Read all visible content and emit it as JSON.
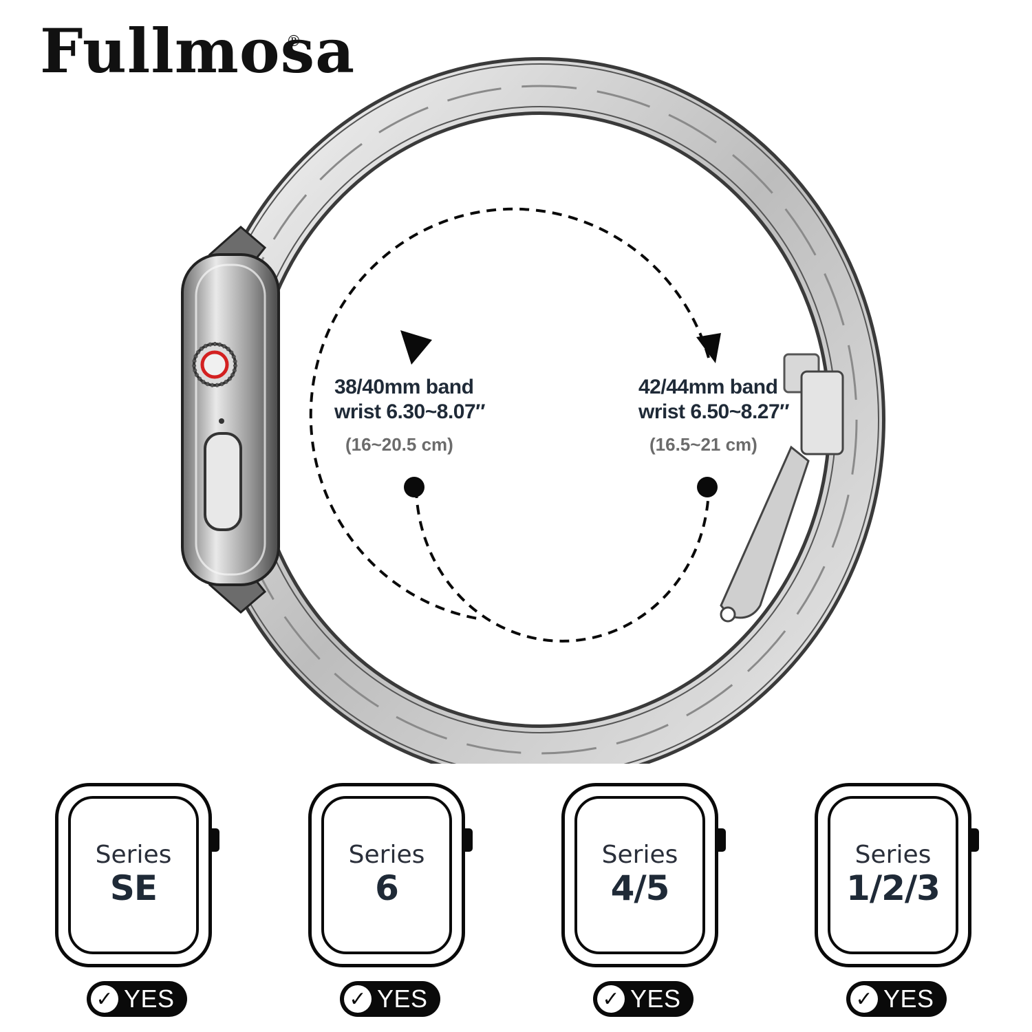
{
  "brand": {
    "name": "Fullmosa",
    "mark": "®"
  },
  "sizes": [
    {
      "band": "38/40mm band",
      "wrist": "wrist 6.30~8.07″",
      "cm": "(16~20.5 cm)"
    },
    {
      "band": "42/44mm band",
      "wrist": "wrist 6.50~8.27″",
      "cm": "(16.5~21 cm)"
    }
  ],
  "compatibility": [
    {
      "series_label": "Series",
      "model": "SE",
      "status": "YES",
      "icon": "check-icon"
    },
    {
      "series_label": "Series",
      "model": "6",
      "status": "YES",
      "icon": "check-icon"
    },
    {
      "series_label": "Series",
      "model": "4/5",
      "status": "YES",
      "icon": "check-icon"
    },
    {
      "series_label": "Series",
      "model": "1/2/3",
      "status": "YES",
      "icon": "check-icon"
    }
  ],
  "colors": {
    "ink": "#0a0a0a",
    "label": "#1f2a37",
    "crown_accent": "#d32020"
  }
}
